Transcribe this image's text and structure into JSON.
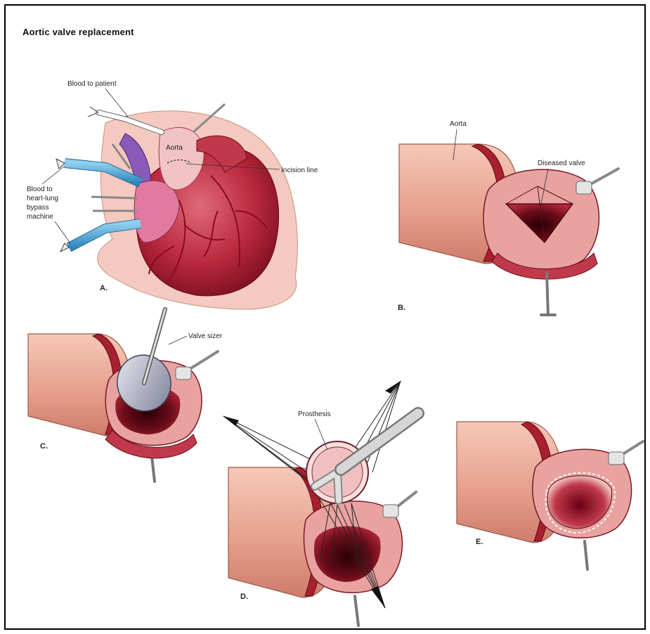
{
  "title": "Aortic valve replacement",
  "colors": {
    "flesh": "#f4c9c0",
    "flesh_light": "#fbe3de",
    "heart": "#c0394a",
    "heart_dark": "#7a0f1e",
    "vessel": "#b0122a",
    "tube_blue": "#4aa6d8",
    "vein_purple": "#8a5ab8",
    "aorta_tube": "#e8a896",
    "instrument": "#d9d9d9",
    "sizer": "#9aa0b8"
  },
  "panels": {
    "a": {
      "letter": "A.",
      "labels": {
        "blood_to_patient": "Blood to patient",
        "aorta": "Aorta",
        "incision_line": "Incision line",
        "blood_to_machine_1": "Blood to",
        "blood_to_machine_2": "heart-lung",
        "blood_to_machine_3": "bypass",
        "blood_to_machine_4": "machine"
      }
    },
    "b": {
      "letter": "B.",
      "labels": {
        "aorta": "Aorta",
        "diseased_valve": "Diseased valve"
      }
    },
    "c": {
      "letter": "C.",
      "labels": {
        "valve_sizer": "Valve sizer"
      }
    },
    "d": {
      "letter": "D.",
      "labels": {
        "prosthesis": "Prosthesis"
      }
    },
    "e": {
      "letter": "E."
    }
  }
}
